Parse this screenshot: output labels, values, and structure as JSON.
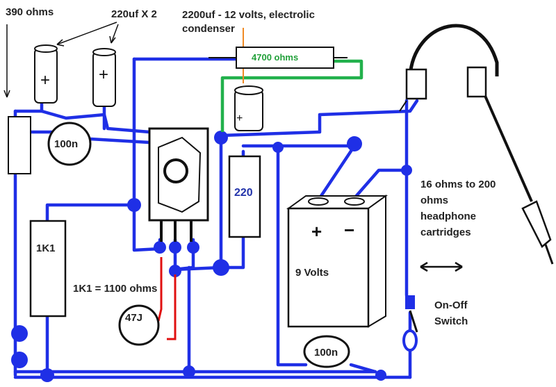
{
  "labels": {
    "r390": "390 ohms",
    "caps_pair": "220uf X 2",
    "cap_big_1": "2200uf - 12 volts, electrolic",
    "cap_big_2": "condenser",
    "r4700": "4700 ohms",
    "c100n_top": "100n",
    "r220": "220",
    "r1k1": "1K1",
    "r1k1_note": "1K1 = 1100 ohms",
    "c47j": "47J",
    "battery": "9 Volts",
    "plus": "+",
    "minus": "−",
    "c100n_bottom": "100n",
    "hp_1": "16 ohms to 200",
    "hp_2": "ohms",
    "hp_3": "headphone",
    "hp_4": "cartridges",
    "sw_1": "On-Off",
    "sw_2": "Switch",
    "cap_plus": "+"
  },
  "colors": {
    "wire": "#1f2fe6",
    "green_wire": "#22b14c",
    "red_wire": "#e01010",
    "orange_leader": "#f08a24",
    "text": "#222222",
    "r4700_text": "#22a03a",
    "r220_text": "#2233aa"
  }
}
